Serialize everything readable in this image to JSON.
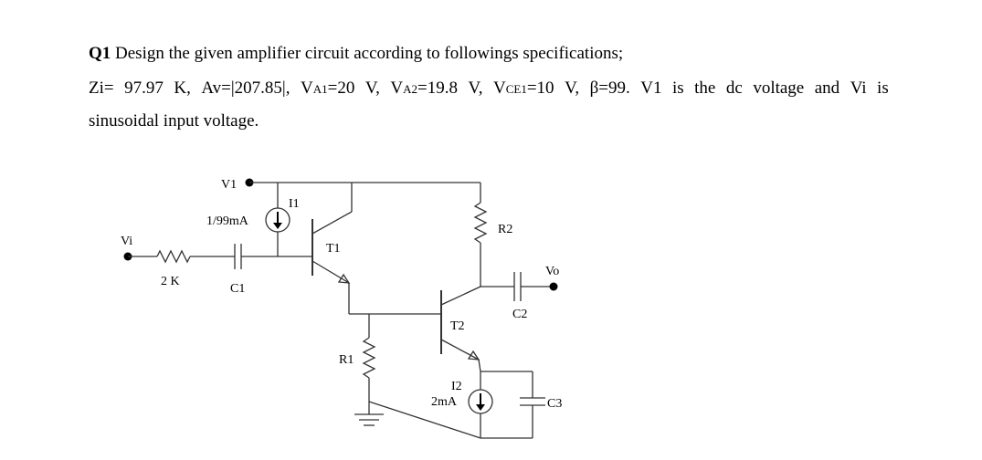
{
  "question": {
    "number": "Q1",
    "intro": "Design the given amplifier circuit according to followings specifications;",
    "spec_parts": [
      {
        "t": "Zi=",
        "s": false
      },
      {
        "t": "97.97",
        "s": false
      },
      {
        "t": "K,",
        "s": false
      },
      {
        "t": "Av=|207.85|,",
        "s": false
      },
      {
        "t": "V",
        "s": false,
        "sub": "A1",
        "rest": "=20"
      },
      {
        "t": "V,",
        "s": false
      },
      {
        "t": "V",
        "s": false,
        "sub": "A2",
        "rest": "=19.8"
      },
      {
        "t": "V,",
        "s": false
      },
      {
        "t": "V",
        "s": false,
        "sub": "CE1",
        "rest": "=10"
      },
      {
        "t": "V,",
        "s": false
      },
      {
        "t": "β=99.",
        "s": false
      },
      {
        "t": "V1",
        "s": false
      },
      {
        "t": "is",
        "s": false
      },
      {
        "t": "the",
        "s": false
      },
      {
        "t": "dc",
        "s": false
      },
      {
        "t": "voltage",
        "s": false
      },
      {
        "t": "and",
        "s": false
      },
      {
        "t": "Vi",
        "s": false
      },
      {
        "t": "is",
        "s": false
      }
    ],
    "line3": "sinusoidal input voltage."
  },
  "circuit": {
    "labels": {
      "v1": "V1",
      "i1": "I1",
      "i1_value": "1/99mA",
      "vi": "Vi",
      "rs": "2 K",
      "c1": "C1",
      "t1": "T1",
      "r2": "R2",
      "vo": "Vo",
      "c2": "C2",
      "t2": "T2",
      "r1": "R1",
      "i2": "I2",
      "i2_value": "2mA",
      "c3": "C3"
    }
  }
}
